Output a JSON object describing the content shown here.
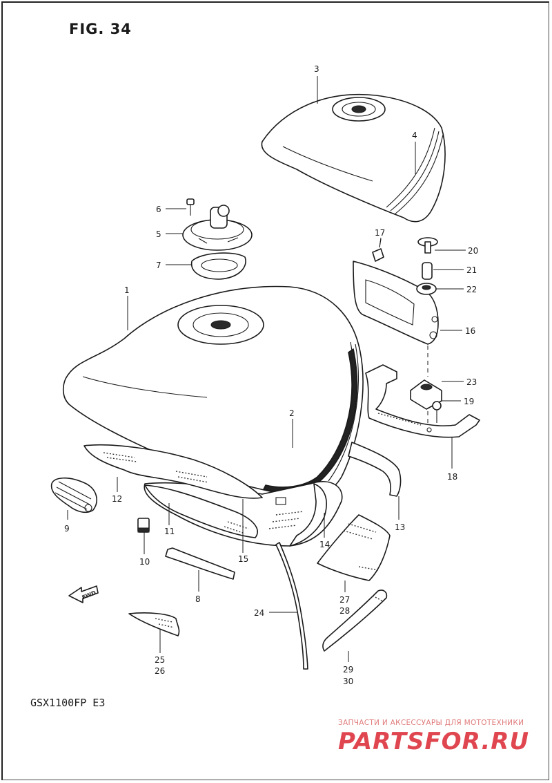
{
  "figure": {
    "title": "FIG. 34"
  },
  "model_label": "GSX1100FP  E3",
  "fwd_label": "FWD",
  "callouts": [
    {
      "id": "c1",
      "text": "1"
    },
    {
      "id": "c2",
      "text": "2"
    },
    {
      "id": "c3",
      "text": "3"
    },
    {
      "id": "c4",
      "text": "4"
    },
    {
      "id": "c5",
      "text": "5"
    },
    {
      "id": "c6",
      "text": "6"
    },
    {
      "id": "c7",
      "text": "7"
    },
    {
      "id": "c8",
      "text": "8"
    },
    {
      "id": "c9",
      "text": "9"
    },
    {
      "id": "c10",
      "text": "10"
    },
    {
      "id": "c11",
      "text": "11"
    },
    {
      "id": "c12",
      "text": "12"
    },
    {
      "id": "c13",
      "text": "13"
    },
    {
      "id": "c14",
      "text": "14"
    },
    {
      "id": "c15",
      "text": "15"
    },
    {
      "id": "c16",
      "text": "16"
    },
    {
      "id": "c17",
      "text": "17"
    },
    {
      "id": "c18",
      "text": "18"
    },
    {
      "id": "c19",
      "text": "19"
    },
    {
      "id": "c20",
      "text": "20"
    },
    {
      "id": "c21",
      "text": "21"
    },
    {
      "id": "c22",
      "text": "22"
    },
    {
      "id": "c23",
      "text": "23"
    },
    {
      "id": "c24",
      "text": "24"
    },
    {
      "id": "c25",
      "text": "25"
    },
    {
      "id": "c26",
      "text": "26"
    },
    {
      "id": "c27",
      "text": "27"
    },
    {
      "id": "c28",
      "text": "28"
    },
    {
      "id": "c29",
      "text": "29"
    },
    {
      "id": "c30",
      "text": "30"
    }
  ],
  "watermark": {
    "tagline": "ЗАПЧАСТИ И АКСЕССУАРЫ ДЛЯ МОТОТЕХНИКИ",
    "logo": "PARTSFOR.RU",
    "color": "#e0464f"
  }
}
